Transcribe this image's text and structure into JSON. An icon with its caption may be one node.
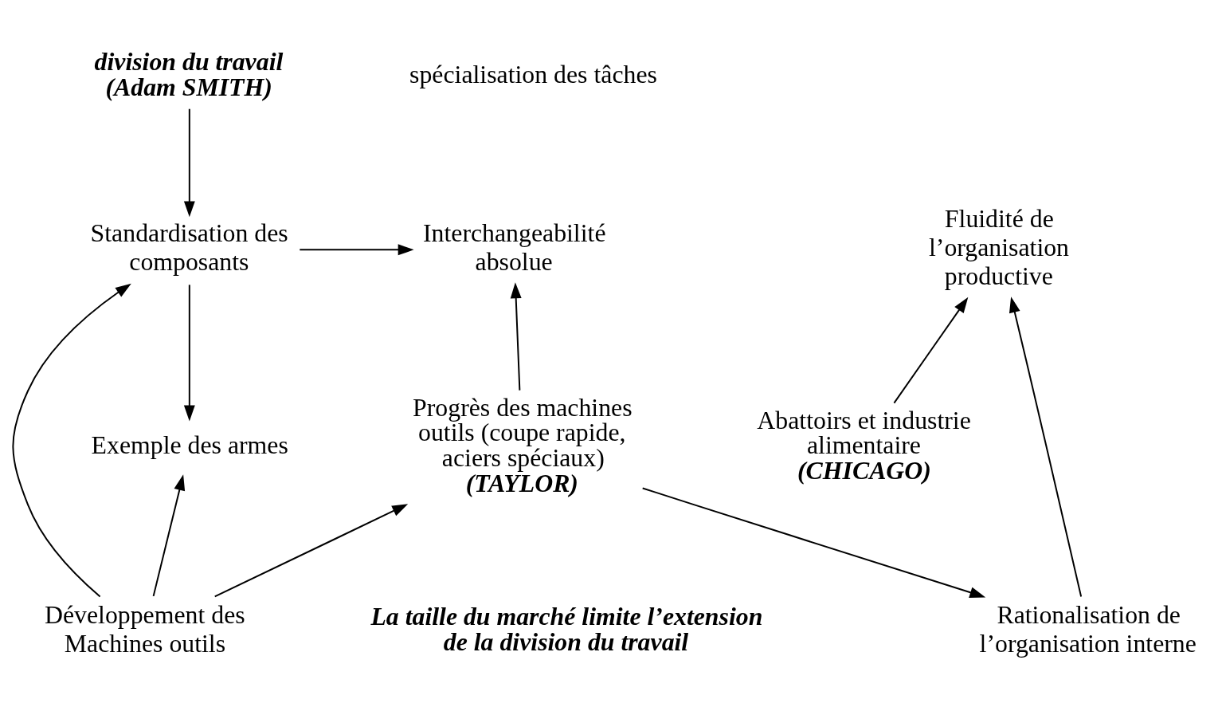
{
  "diagram": {
    "nodes": [
      {
        "text": [
          "division du travail",
          "(Adam SMITH)"
        ]
      },
      {
        "text": [
          "Standardisation des composants"
        ]
      },
      {
        "text": [
          "Interchangeabilité absolue"
        ]
      },
      {
        "text": [
          "Fluidité de l’organisation productive"
        ]
      },
      {
        "text": [
          "Développement des Machines outils"
        ]
      },
      {
        "text": [
          "Rationalisation de l’organisation interne"
        ]
      },
      {
        "text": [
          "Exemple des armes"
        ]
      },
      {
        "text": [
          "Progrès des machines outils (coupe rapide, aciers spéciaux)",
          "(TAYLOR)"
        ]
      },
      {
        "text": [
          "Abattoirs et industrie alimentaire",
          "(CHICAGO)"
        ]
      }
    ],
    "edges": [
      {
        "from": 0,
        "to": 1,
        "arrow": "to"
      },
      {
        "from": 1,
        "to": 2,
        "arrow": "to"
      },
      {
        "from": 4,
        "to": 1,
        "arrow": "to"
      },
      {
        "from": 1,
        "to": 6,
        "arrow": "to"
      },
      {
        "from": 4,
        "to": 6,
        "arrow": "to"
      },
      {
        "from": 4,
        "to": 7,
        "arrow": "to"
      },
      {
        "from": 7,
        "to": 2,
        "arrow": "to"
      },
      {
        "from": 7,
        "to": 5,
        "arrow": "to"
      },
      {
        "from": 5,
        "to": 3,
        "arrow": "to"
      },
      {
        "from": 8,
        "to": 3,
        "arrow": "to"
      }
    ],
    "labels": [
      "spécialisation des tâches",
      "La taille du marché limite l’extension de la division du travail"
    ]
  }
}
